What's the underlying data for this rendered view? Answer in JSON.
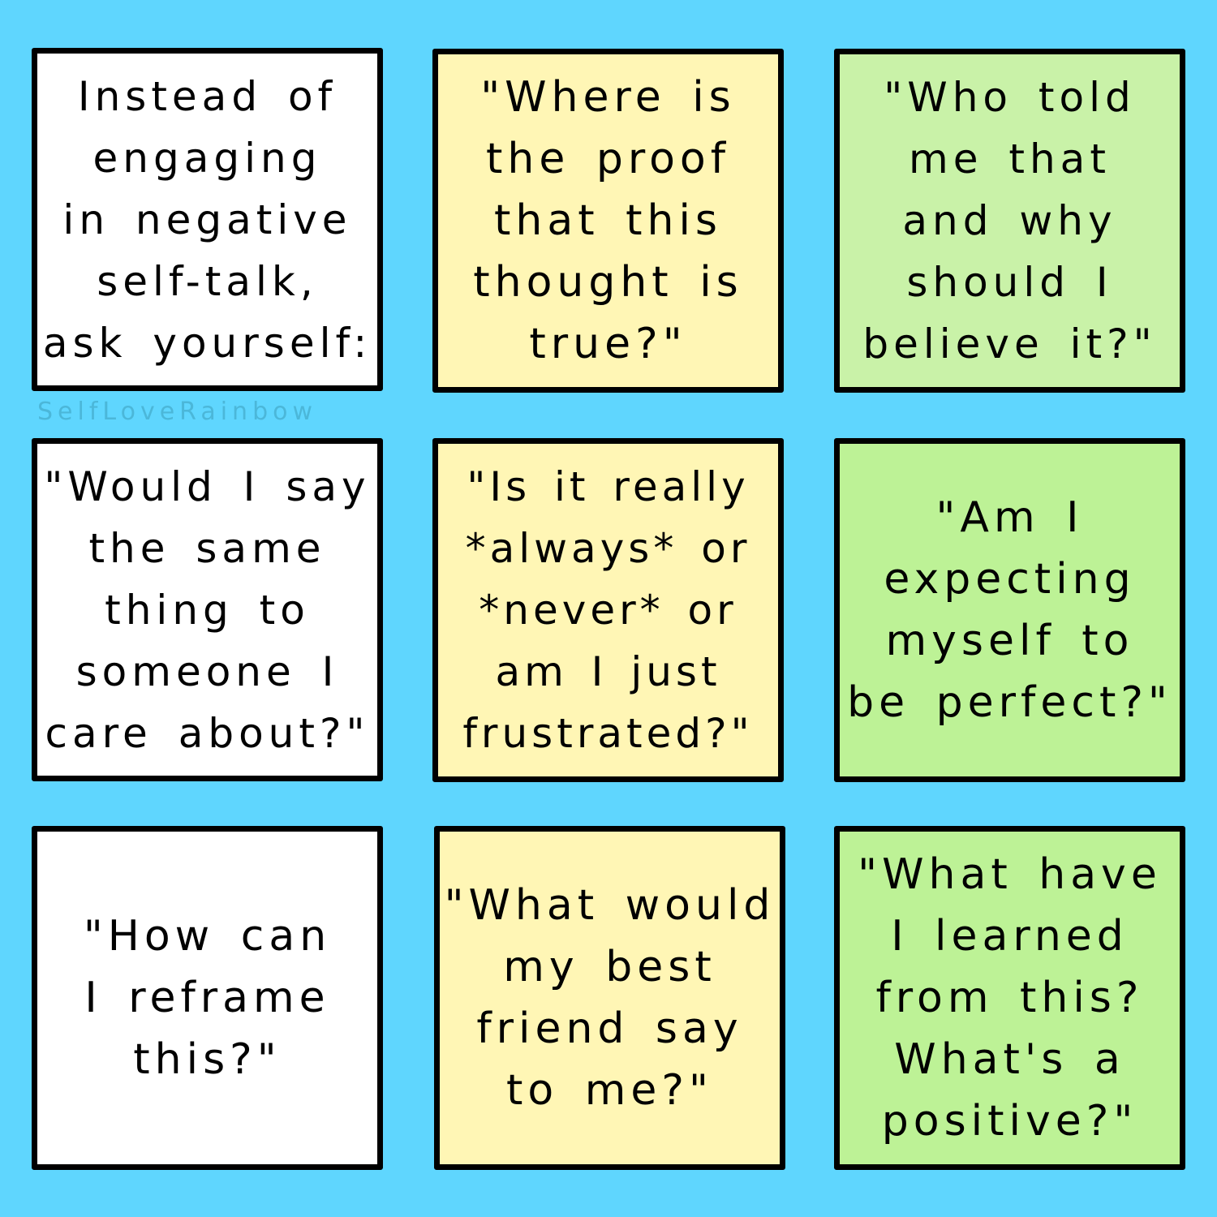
{
  "background_color": "#5fd6fe",
  "card_colors": {
    "white": "#ffffff",
    "yellow": "#fff6b5",
    "green_light": "#c9f2a8",
    "green": "#bdf296"
  },
  "watermark": "SelfLoveRainbow",
  "cards": [
    {
      "text": "Instead of\nengaging\nin negative\nself-talk,\nask yourself:"
    },
    {
      "text": "\"Where is\nthe proof\nthat this\nthought is\ntrue?\""
    },
    {
      "text": "\"Who told\nme that\nand why\nshould I\nbelieve it?\""
    },
    {
      "text": "\"Would I say\nthe same\nthing to\nsomeone I\ncare about?\""
    },
    {
      "text": "\"Is it really\n*always* or\n*never* or\nam I just\nfrustrated?\""
    },
    {
      "text": "\"Am I\nexpecting\nmyself to\nbe perfect?\""
    },
    {
      "text": "\"How can\nI reframe\nthis?\""
    },
    {
      "text": "\"What would\nmy best\nfriend say\nto me?\""
    },
    {
      "text": "\"What have\nI learned\nfrom this?\nWhat's a\npositive?\""
    }
  ]
}
